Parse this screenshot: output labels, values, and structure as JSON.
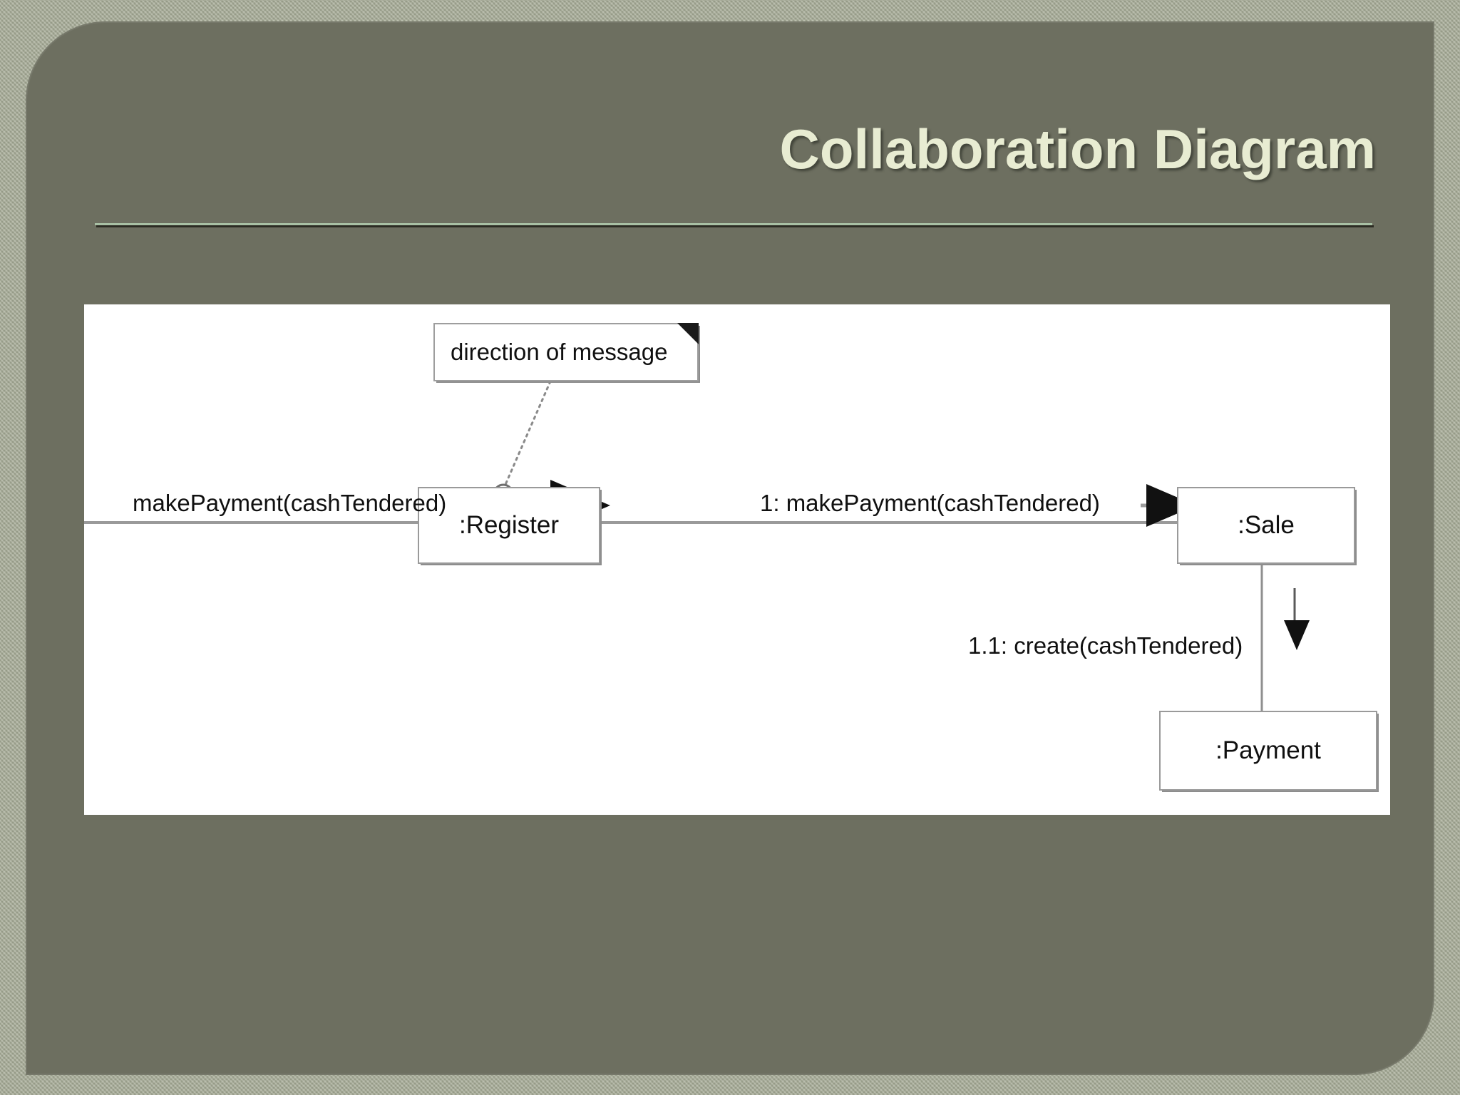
{
  "slide": {
    "title": "Collaboration Diagram",
    "title_color": "#e8ecd2",
    "background_color": "#6d6f60",
    "frame_color": "#a3a893",
    "rule_color": "#a8c0a4"
  },
  "diagram": {
    "type": "uml-collaboration-diagram",
    "canvas_background": "#ffffff",
    "note": {
      "text": "direction of message",
      "anchor_marker": "circle"
    },
    "objects": [
      {
        "id": "register",
        "label": ":Register"
      },
      {
        "id": "sale",
        "label": ":Sale"
      },
      {
        "id": "payment",
        "label": ":Payment"
      }
    ],
    "messages": [
      {
        "id": "m0",
        "label": "makePayment(cashTendered)",
        "sequence": "",
        "from": "actor",
        "to": "register",
        "direction": "right"
      },
      {
        "id": "m1",
        "label": "1: makePayment(cashTendered)",
        "sequence": "1",
        "from": "register",
        "to": "sale",
        "direction": "right"
      },
      {
        "id": "m2",
        "label": "1.1: create(cashTendered)",
        "sequence": "1.1",
        "from": "sale",
        "to": "payment",
        "direction": "down"
      }
    ]
  }
}
